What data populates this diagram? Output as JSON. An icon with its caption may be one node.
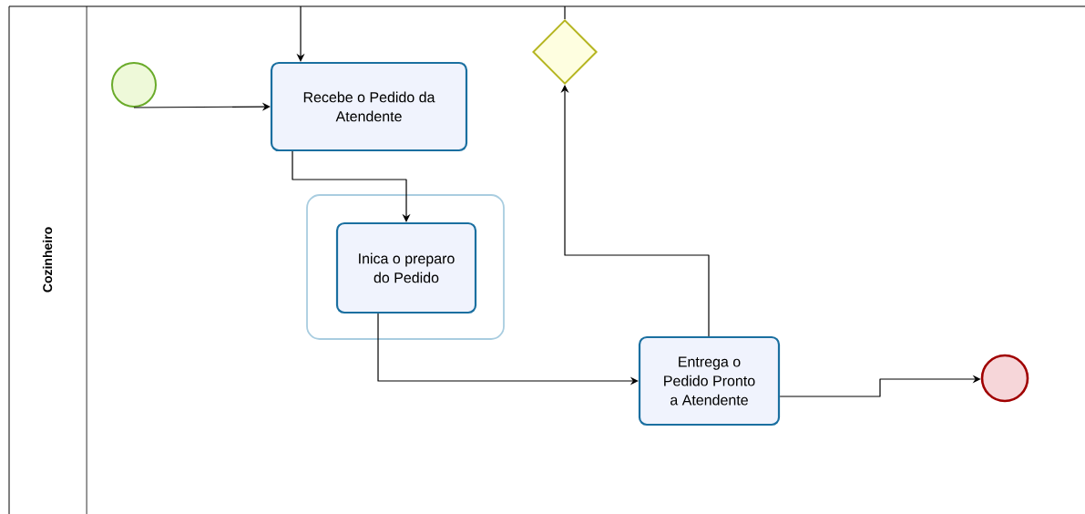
{
  "diagram": {
    "nodes": [
      {
        "text": [
          "Cozinheiro"
        ]
      },
      {
        "text": [],
        "shape": "circle",
        "in": 0
      },
      {
        "text": [
          "Recebe o Pedido da Atendente"
        ],
        "in": 0
      },
      {
        "text": [],
        "shape": "box",
        "in": 0
      },
      {
        "text": [
          "Inica o preparo do Pedido"
        ],
        "in": 3
      },
      {
        "text": [],
        "shape": "diamond",
        "in": 0
      },
      {
        "text": [
          "Entrega o Pedido Pronto a Atendente"
        ],
        "in": 0
      },
      {
        "text": [],
        "shape": "circle",
        "in": 0
      }
    ],
    "edges": [
      {
        "from": null,
        "to": 2,
        "arrow": "to"
      },
      {
        "from": 1,
        "to": 2,
        "arrow": "to"
      },
      {
        "from": 2,
        "to": 4,
        "arrow": "to"
      },
      {
        "from": 4,
        "to": 6,
        "arrow": "to"
      },
      {
        "from": 6,
        "to": 5,
        "arrow": "to"
      },
      {
        "from": 5,
        "to": null,
        "arrow": "none"
      },
      {
        "from": 6,
        "to": 7,
        "arrow": "to"
      }
    ]
  }
}
